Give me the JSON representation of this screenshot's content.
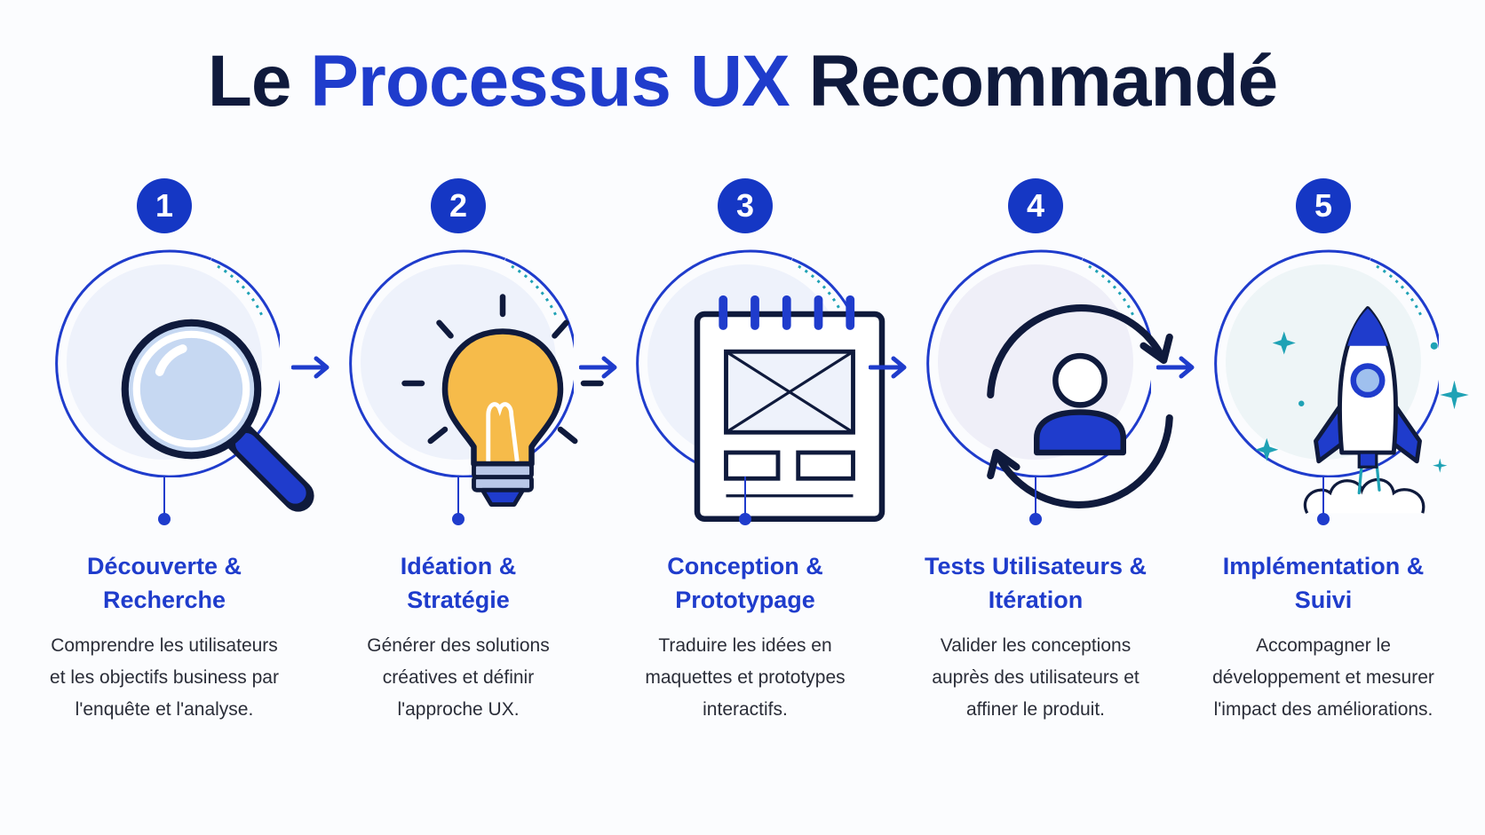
{
  "title": {
    "prefix": "Le",
    "highlight": "Processus UX",
    "suffix": "Recommandé"
  },
  "colors": {
    "accent": "#1f3ccc",
    "dark": "#0f1a3c",
    "badge": "#1537c4",
    "text": "#2a2d38",
    "circle_fill": "#eef2fb",
    "teal": "#1fa2b5",
    "bulb": "#f6bb4a"
  },
  "steps": [
    {
      "number": "1",
      "title": [
        "Découverte &",
        "Recherche"
      ],
      "description": [
        "Comprendre les utilisateurs",
        "et les objectifs business par",
        "l'enquête et l'analyse."
      ],
      "icon": "magnifier-icon"
    },
    {
      "number": "2",
      "title": [
        "Idéation &",
        "Stratégie"
      ],
      "description": [
        "Générer des solutions",
        "créatives et définir",
        "l'approche UX."
      ],
      "icon": "lightbulb-icon"
    },
    {
      "number": "3",
      "title": [
        "Conception &",
        "Prototypage"
      ],
      "description": [
        "Traduire les idées en",
        "maquettes et prototypes",
        "interactifs."
      ],
      "icon": "wireframe-notepad-icon"
    },
    {
      "number": "4",
      "title": [
        "Tests Utilisateurs &",
        "Itération"
      ],
      "description": [
        "Valider les conceptions",
        "auprès des utilisateurs et",
        "affiner le produit."
      ],
      "icon": "user-cycle-icon"
    },
    {
      "number": "5",
      "title": [
        "Implémentation &",
        "Suivi"
      ],
      "description": [
        "Accompagner le",
        "développement et mesurer",
        "l'impact des améliorations."
      ],
      "icon": "rocket-icon"
    }
  ]
}
